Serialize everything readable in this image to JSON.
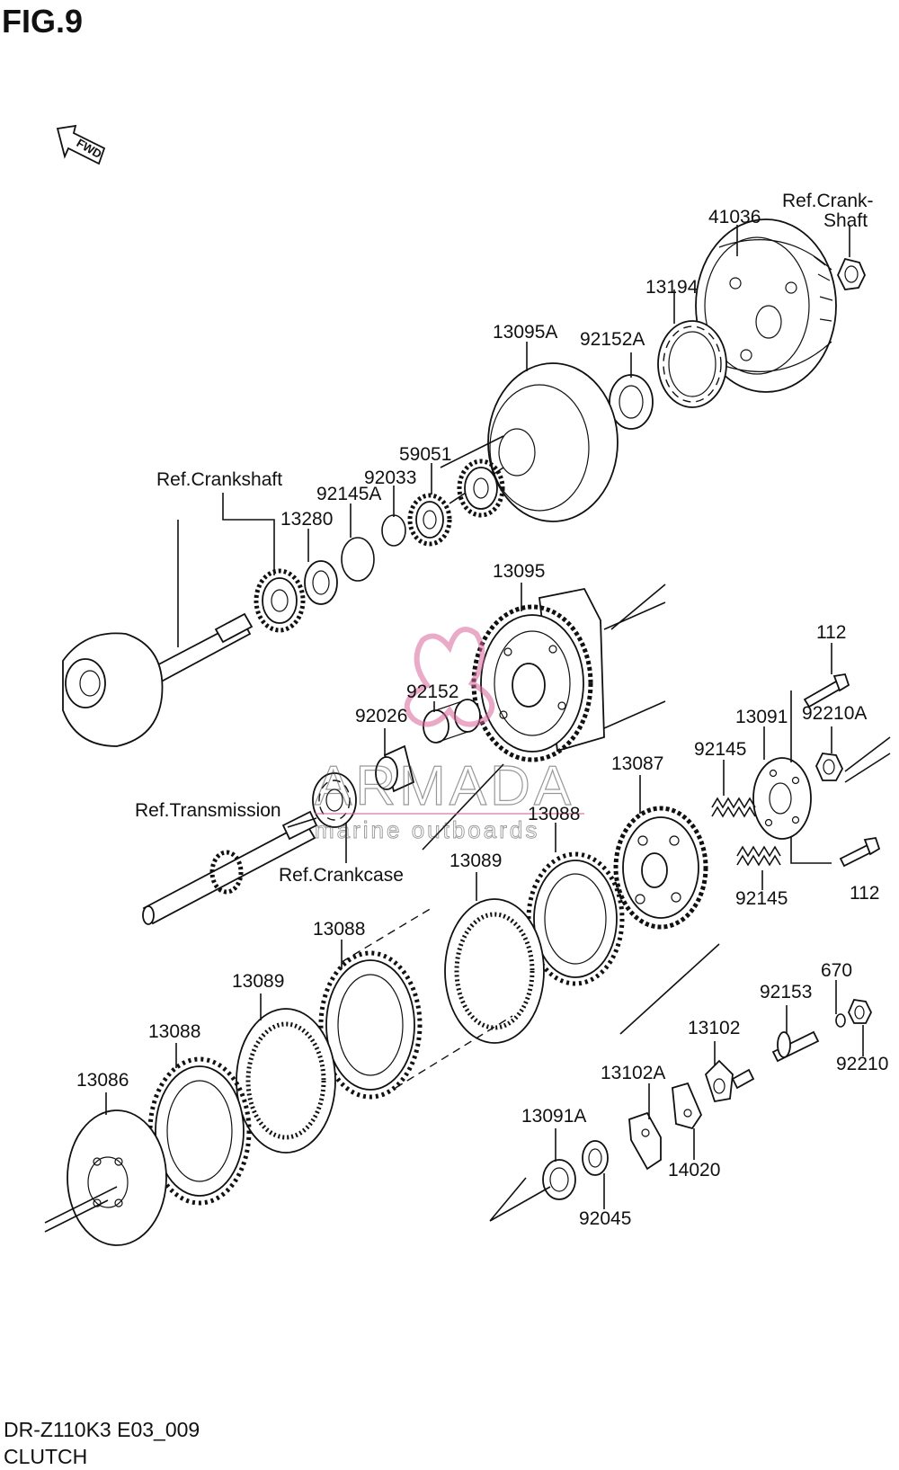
{
  "figure": "FIG.9",
  "fwd_label": "FWD",
  "model_code": "DR-Z110K3 E03_009",
  "section_title": "CLUTCH",
  "watermark": {
    "brand": "ARMADA",
    "tagline": "marine outboards",
    "color": "#d9669a"
  },
  "callouts": {
    "p41036": "41036",
    "ref_crank_shaft_1": "Ref.Crank-",
    "ref_crank_shaft_2": "Shaft",
    "p13194": "13194",
    "p13095A": "13095A",
    "p92152A": "92152A",
    "p59051": "59051",
    "p92033": "92033",
    "p92145A": "92145A",
    "ref_crankshaft": "Ref.Crankshaft",
    "p13280": "13280",
    "p13095": "13095",
    "p112_top": "112",
    "p13091": "13091",
    "p92210A": "92210A",
    "p92152": "92152",
    "p92026": "92026",
    "p92145_top": "92145",
    "p13087": "13087",
    "ref_transmission": "Ref.Transmission",
    "p13088_top": "13088",
    "ref_crankcase": "Ref.Crankcase",
    "p92145_bottom": "92145",
    "p112_bottom": "112",
    "p13089_top": "13089",
    "p13088_mid": "13088",
    "p670": "670",
    "p92153": "92153",
    "p13089_mid": "13089",
    "p13102": "13102",
    "p92210": "92210",
    "p13088_low": "13088",
    "p13102A": "13102A",
    "p13086": "13086",
    "p13091A": "13091A",
    "p14020": "14020",
    "p92045": "92045"
  }
}
